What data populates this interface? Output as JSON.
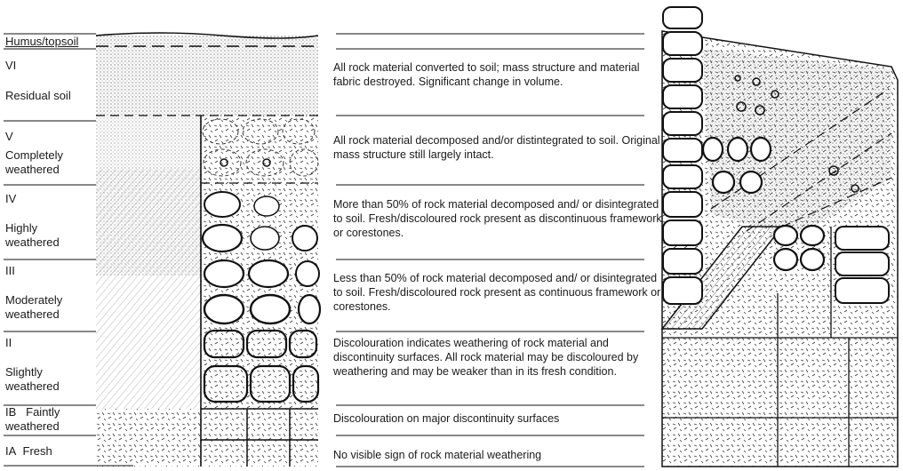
{
  "grades": [
    {
      "label": "Humus/topsoil"
    },
    {
      "numeral": "VI",
      "name": "Residual soil",
      "description": "All rock material converted to soil; mass structure and material fabric destroyed. Significant change in volume."
    },
    {
      "numeral": "V",
      "name": "Completely weathered",
      "description": "All rock material decomposed and/or distintegrated to soil. Original mass structure still largely intact."
    },
    {
      "numeral": "IV",
      "name": "Highly weathered",
      "description": "More than 50% of rock material decomposed and/ or disintegrated to soil. Fresh/discoloured rock present as discontinuous framework or corestones."
    },
    {
      "numeral": "III",
      "name": "Moderately weathered",
      "description": "Less than 50% of rock material decomposed and/ or disintegrated to soil. Fresh/discoloured rock present as continuous framework or corestones."
    },
    {
      "numeral": "II",
      "name": "Slightly weathered",
      "description": "Discolouration indicates weathering of rock material and discontinuity surfaces. All rock material may be discoloured by weathering and may be weaker than in its fresh condition."
    },
    {
      "numeral": "IB",
      "name": "Faintly weathered",
      "description": "Discolouration on major discontinuity surfaces"
    },
    {
      "numeral": "IA",
      "name": "Fresh",
      "description": "No visible sign of rock material weathering"
    }
  ]
}
